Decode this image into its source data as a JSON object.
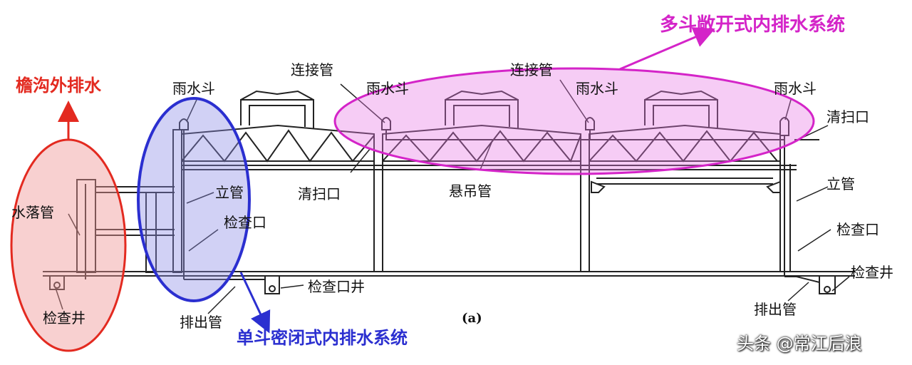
{
  "callouts": {
    "eaves_external": "檐沟外排水",
    "single_sealed": "单斗密闭式内排水系统",
    "multi_open": "多斗敞开式内排水系统"
  },
  "labels": {
    "rain_hopper": "雨水斗",
    "connecting_pipe": "连接管",
    "cleanout": "清扫口",
    "downpipe": "立管",
    "inspection_port": "检查口",
    "inspection_well": "检查井",
    "inspection_port_well": "检查口井",
    "outlet_pipe": "排出管",
    "suspended_pipe": "悬吊管",
    "water_drop_pipe": "水落管"
  },
  "figure_label": "(a)",
  "watermark": "头条 @常江后浪",
  "colors": {
    "red": "#e32a20",
    "blue": "#2b2fd0",
    "magenta": "#d424c8",
    "line": "#222222"
  }
}
